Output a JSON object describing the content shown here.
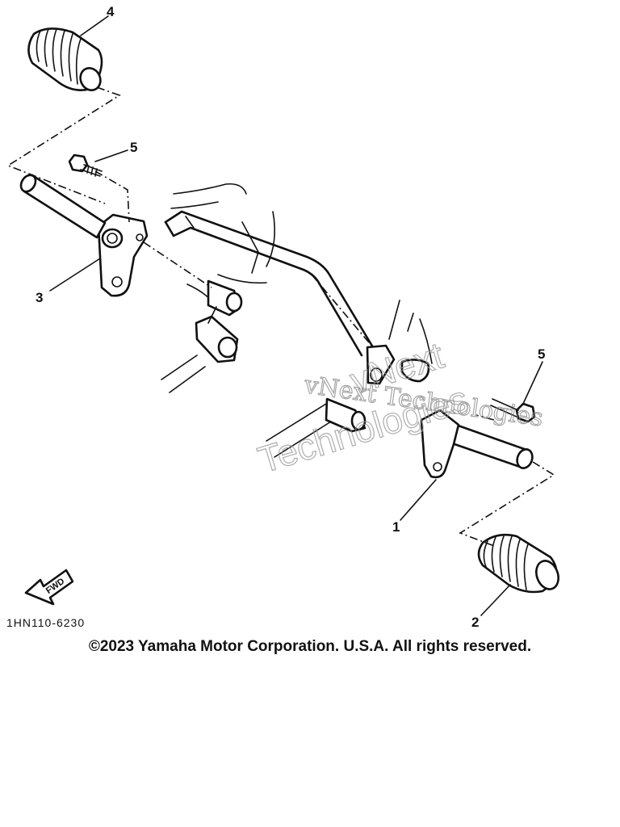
{
  "diagram": {
    "callouts": {
      "part_1": "1",
      "part_2": "2",
      "part_3": "3",
      "part_4": "4",
      "part_5_left": "5",
      "part_5_right": "5"
    },
    "fwd_label": "FWD",
    "part_code": "1HN110-6230"
  },
  "watermark": {
    "line1": "vNext Technologies",
    "line2": "vNext",
    "line3": "Technologies"
  },
  "footer": {
    "copyright": "©2023 Yamaha Motor Corporation. U.S.A. All rights reserved."
  }
}
